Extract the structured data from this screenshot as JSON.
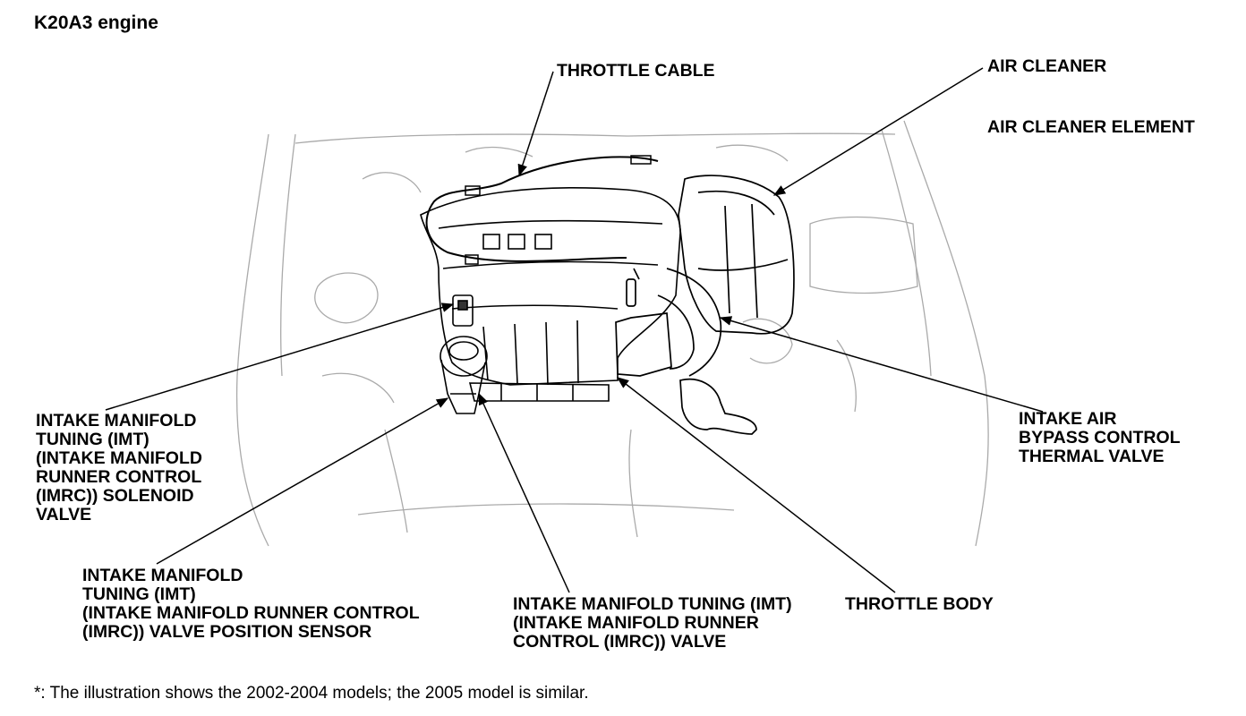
{
  "title": "K20A3 engine",
  "labels": {
    "throttle_cable": [
      "THROTTLE CABLE"
    ],
    "air_cleaner": [
      "AIR CLEANER"
    ],
    "air_cleaner_element": [
      "AIR CLEANER ELEMENT"
    ],
    "imt_solenoid": [
      "INTAKE MANIFOLD",
      "TUNING (IMT)",
      "(INTAKE MANIFOLD",
      "RUNNER CONTROL",
      "(IMRC)) SOLENOID",
      "VALVE"
    ],
    "imt_position_sensor": [
      "INTAKE MANIFOLD",
      "TUNING (IMT)",
      "(INTAKE MANIFOLD RUNNER CONTROL",
      "(IMRC)) VALVE POSITION SENSOR"
    ],
    "imt_valve": [
      "INTAKE MANIFOLD TUNING (IMT)",
      "(INTAKE MANIFOLD RUNNER",
      "CONTROL (IMRC)) VALVE"
    ],
    "throttle_body": [
      "THROTTLE BODY"
    ],
    "bypass_valve": [
      "INTAKE AIR",
      "BYPASS CONTROL",
      "THERMAL VALVE"
    ]
  },
  "footnote": "*: The illustration shows the 2002-2004 models; the 2005 model is similar."
}
